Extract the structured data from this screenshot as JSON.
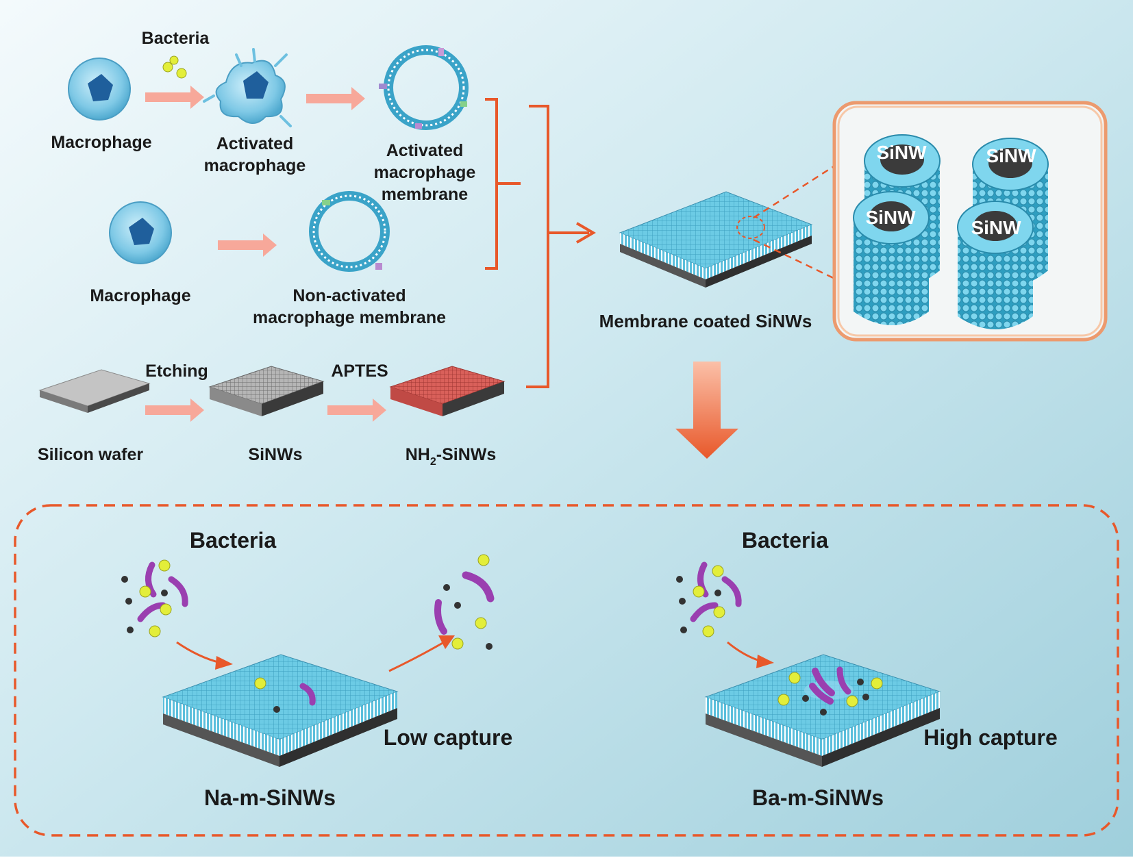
{
  "labels": {
    "bacteria_top": "Bacteria",
    "macrophage_1": "Macrophage",
    "activated_macrophage_l1": "Activated",
    "activated_macrophage_l2": "macrophage",
    "activated_membrane_l1": "Activated",
    "activated_membrane_l2": "macrophage",
    "activated_membrane_l3": "membrane",
    "macrophage_2": "Macrophage",
    "nonactivated_membrane_l1": "Non-activated",
    "nonactivated_membrane_l2": "macrophage membrane",
    "etching": "Etching",
    "aptes": "APTES",
    "silicon_wafer": "Silicon wafer",
    "sinws": "SiNWs",
    "nh2_prefix": "NH",
    "nh2_sub": "2",
    "nh2_suffix": "-SiNWs",
    "membrane_coated": "Membrane coated SiNWs",
    "sinw_1": "SiNW",
    "sinw_2": "SiNW",
    "sinw_3": "SiNW",
    "sinw_4": "SiNW",
    "bacteria_left": "Bacteria",
    "bacteria_right": "Bacteria",
    "low_capture": "Low capture",
    "high_capture": "High capture",
    "na_m_sinws": "Na-m-SiNWs",
    "ba_m_sinws": "Ba-m-SiNWs"
  },
  "colors": {
    "accent_orange": "#e8582a",
    "flow_arrow_pink": "#f7a89a",
    "membrane_blue": "#5bc7e3",
    "substrate_dark": "#3a3a3a",
    "bacteria_yellow": "#e3ee3a",
    "bacteria_purple": "#9a3fb0",
    "bacteria_dark": "#333333",
    "silicon_grey": "#b8b8b8",
    "nh2_red": "#d9605a"
  }
}
